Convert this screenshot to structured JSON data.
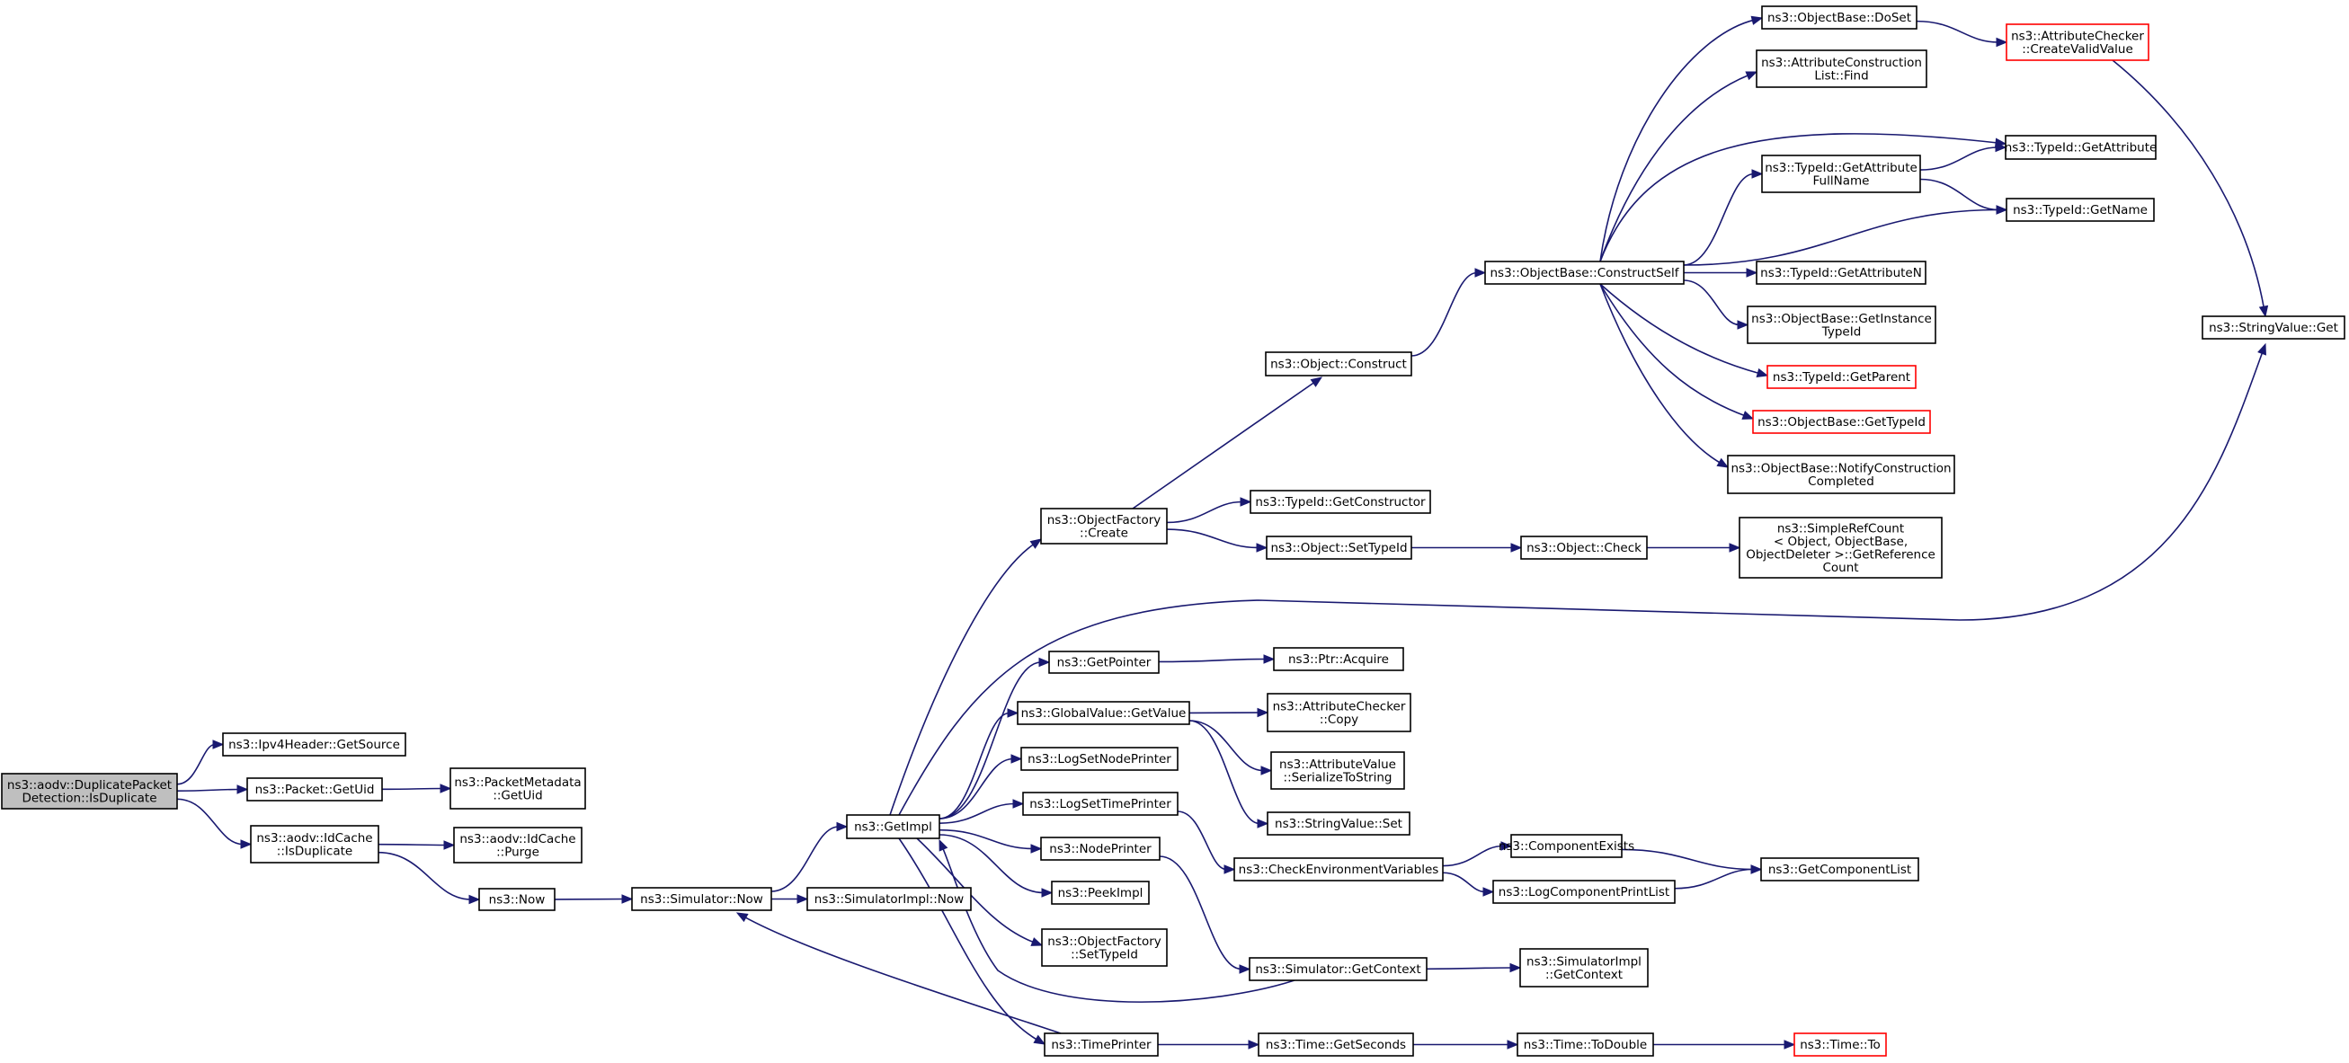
{
  "diagram": {
    "type": "call-graph",
    "root": "IsDuplicate",
    "nodes": [
      {
        "id": "IsDuplicate",
        "lines": [
          "ns3::aodv::DuplicatePacket",
          "Detection::IsDuplicate"
        ],
        "style": "root"
      },
      {
        "id": "GetSource",
        "lines": [
          "ns3::Ipv4Header::GetSource"
        ],
        "style": "normal"
      },
      {
        "id": "GetUid",
        "lines": [
          "ns3::Packet::GetUid"
        ],
        "style": "normal"
      },
      {
        "id": "PMGetUid",
        "lines": [
          "ns3::PacketMetadata",
          "::GetUid"
        ],
        "style": "normal"
      },
      {
        "id": "IdCacheIsDup",
        "lines": [
          "ns3::aodv::IdCache",
          "::IsDuplicate"
        ],
        "style": "normal"
      },
      {
        "id": "Purge",
        "lines": [
          "ns3::aodv::IdCache",
          "::Purge"
        ],
        "style": "normal"
      },
      {
        "id": "Now",
        "lines": [
          "ns3::Now"
        ],
        "style": "normal"
      },
      {
        "id": "SimNow",
        "lines": [
          "ns3::Simulator::Now"
        ],
        "style": "normal"
      },
      {
        "id": "SimImplNow",
        "lines": [
          "ns3::SimulatorImpl::Now"
        ],
        "style": "normal"
      },
      {
        "id": "GetImpl",
        "lines": [
          "ns3::GetImpl"
        ],
        "style": "normal"
      },
      {
        "id": "OFCreate",
        "lines": [
          "ns3::ObjectFactory",
          "::Create"
        ],
        "style": "normal"
      },
      {
        "id": "GetPointer",
        "lines": [
          "ns3::GetPointer"
        ],
        "style": "normal"
      },
      {
        "id": "GVGetValue",
        "lines": [
          "ns3::GlobalValue::GetValue"
        ],
        "style": "normal"
      },
      {
        "id": "LogSetNodePrinter",
        "lines": [
          "ns3::LogSetNodePrinter"
        ],
        "style": "normal"
      },
      {
        "id": "LogSetTimePrinter",
        "lines": [
          "ns3::LogSetTimePrinter"
        ],
        "style": "normal"
      },
      {
        "id": "NodePrinter",
        "lines": [
          "ns3::NodePrinter"
        ],
        "style": "normal"
      },
      {
        "id": "PeekImpl",
        "lines": [
          "ns3::PeekImpl"
        ],
        "style": "normal"
      },
      {
        "id": "OFSetTypeId",
        "lines": [
          "ns3::ObjectFactory",
          "::SetTypeId"
        ],
        "style": "normal"
      },
      {
        "id": "TimePrinter",
        "lines": [
          "ns3::TimePrinter"
        ],
        "style": "normal"
      },
      {
        "id": "ObjConstruct",
        "lines": [
          "ns3::Object::Construct"
        ],
        "style": "normal"
      },
      {
        "id": "TIGetConstructor",
        "lines": [
          "ns3::TypeId::GetConstructor"
        ],
        "style": "normal"
      },
      {
        "id": "ObjSetTypeId",
        "lines": [
          "ns3::Object::SetTypeId"
        ],
        "style": "normal"
      },
      {
        "id": "PtrAcquire",
        "lines": [
          "ns3::Ptr::Acquire"
        ],
        "style": "normal"
      },
      {
        "id": "ACCopy",
        "lines": [
          "ns3::AttributeChecker",
          "::Copy"
        ],
        "style": "normal"
      },
      {
        "id": "AVSerialize",
        "lines": [
          "ns3::AttributeValue",
          "::SerializeToString"
        ],
        "style": "normal"
      },
      {
        "id": "SVSet",
        "lines": [
          "ns3::StringValue::Set"
        ],
        "style": "normal"
      },
      {
        "id": "CheckEnv",
        "lines": [
          "ns3::CheckEnvironmentVariables"
        ],
        "style": "normal"
      },
      {
        "id": "SimGetContext",
        "lines": [
          "ns3::Simulator::GetContext"
        ],
        "style": "normal"
      },
      {
        "id": "TimeGetSeconds",
        "lines": [
          "ns3::Time::GetSeconds"
        ],
        "style": "normal"
      },
      {
        "id": "ConstructSelf",
        "lines": [
          "ns3::ObjectBase::ConstructSelf"
        ],
        "style": "normal"
      },
      {
        "id": "ObjCheck",
        "lines": [
          "ns3::Object::Check"
        ],
        "style": "normal"
      },
      {
        "id": "ComponentExists",
        "lines": [
          "ns3::ComponentExists"
        ],
        "style": "normal"
      },
      {
        "id": "LogCompPrintList",
        "lines": [
          "ns3::LogComponentPrintList"
        ],
        "style": "normal"
      },
      {
        "id": "SimImplGetContext",
        "lines": [
          "ns3::SimulatorImpl",
          "::GetContext"
        ],
        "style": "normal"
      },
      {
        "id": "TimeToDouble",
        "lines": [
          "ns3::Time::ToDouble"
        ],
        "style": "normal"
      },
      {
        "id": "DoSet",
        "lines": [
          "ns3::ObjectBase::DoSet"
        ],
        "style": "normal"
      },
      {
        "id": "ACLFind",
        "lines": [
          "ns3::AttributeConstruction",
          "List::Find"
        ],
        "style": "normal"
      },
      {
        "id": "TIGetAttrFullName",
        "lines": [
          "ns3::TypeId::GetAttribute",
          "FullName"
        ],
        "style": "normal"
      },
      {
        "id": "TIGetAttributeN",
        "lines": [
          "ns3::TypeId::GetAttributeN"
        ],
        "style": "normal"
      },
      {
        "id": "GetInstanceTypeId",
        "lines": [
          "ns3::ObjectBase::GetInstance",
          "TypeId"
        ],
        "style": "normal"
      },
      {
        "id": "TIGetParent",
        "lines": [
          "ns3::TypeId::GetParent"
        ],
        "style": "red"
      },
      {
        "id": "OBGetTypeId",
        "lines": [
          "ns3::ObjectBase::GetTypeId"
        ],
        "style": "red"
      },
      {
        "id": "NotifyConstruction",
        "lines": [
          "ns3::ObjectBase::NotifyConstruction",
          "Completed"
        ],
        "style": "normal"
      },
      {
        "id": "SimpleRefCount",
        "lines": [
          "ns3::SimpleRefCount",
          "< Object, ObjectBase,",
          " ObjectDeleter >::GetReference",
          "Count"
        ],
        "style": "normal"
      },
      {
        "id": "GetComponentList",
        "lines": [
          "ns3::GetComponentList"
        ],
        "style": "normal"
      },
      {
        "id": "TimeTo",
        "lines": [
          "ns3::Time::To"
        ],
        "style": "red"
      },
      {
        "id": "CreateValidValue",
        "lines": [
          "ns3::AttributeChecker",
          "::CreateValidValue"
        ],
        "style": "red"
      },
      {
        "id": "TIGetAttribute",
        "lines": [
          "ns3::TypeId::GetAttribute"
        ],
        "style": "normal"
      },
      {
        "id": "TIGetName",
        "lines": [
          "ns3::TypeId::GetName"
        ],
        "style": "normal"
      },
      {
        "id": "StringValueGet",
        "lines": [
          "ns3::StringValue::Get"
        ],
        "style": "normal"
      }
    ],
    "edges": [
      [
        "IsDuplicate",
        "GetSource"
      ],
      [
        "IsDuplicate",
        "GetUid"
      ],
      [
        "IsDuplicate",
        "IdCacheIsDup"
      ],
      [
        "GetUid",
        "PMGetUid"
      ],
      [
        "IdCacheIsDup",
        "Purge"
      ],
      [
        "IdCacheIsDup",
        "Now"
      ],
      [
        "Now",
        "SimNow"
      ],
      [
        "SimNow",
        "GetImpl"
      ],
      [
        "SimNow",
        "SimImplNow"
      ],
      [
        "GetImpl",
        "OFCreate"
      ],
      [
        "GetImpl",
        "GetPointer"
      ],
      [
        "GetImpl",
        "GVGetValue"
      ],
      [
        "GetImpl",
        "LogSetNodePrinter"
      ],
      [
        "GetImpl",
        "LogSetTimePrinter"
      ],
      [
        "GetImpl",
        "NodePrinter"
      ],
      [
        "GetImpl",
        "PeekImpl"
      ],
      [
        "GetImpl",
        "OFSetTypeId"
      ],
      [
        "GetImpl",
        "TimePrinter"
      ],
      [
        "GetImpl",
        "StringValueGet"
      ],
      [
        "OFCreate",
        "ObjConstruct"
      ],
      [
        "OFCreate",
        "TIGetConstructor"
      ],
      [
        "OFCreate",
        "ObjSetTypeId"
      ],
      [
        "GetPointer",
        "PtrAcquire"
      ],
      [
        "GVGetValue",
        "ACCopy"
      ],
      [
        "GVGetValue",
        "AVSerialize"
      ],
      [
        "GVGetValue",
        "SVSet"
      ],
      [
        "LogSetTimePrinter",
        "CheckEnv"
      ],
      [
        "NodePrinter",
        "SimGetContext"
      ],
      [
        "SimGetContext",
        "GetImpl"
      ],
      [
        "SimGetContext",
        "SimImplGetContext"
      ],
      [
        "TimePrinter",
        "SimNow"
      ],
      [
        "TimePrinter",
        "TimeGetSeconds"
      ],
      [
        "ObjConstruct",
        "ConstructSelf"
      ],
      [
        "ObjSetTypeId",
        "ObjCheck"
      ],
      [
        "ObjCheck",
        "SimpleRefCount"
      ],
      [
        "CheckEnv",
        "ComponentExists"
      ],
      [
        "CheckEnv",
        "LogCompPrintList"
      ],
      [
        "ComponentExists",
        "GetComponentList"
      ],
      [
        "LogCompPrintList",
        "GetComponentList"
      ],
      [
        "TimeGetSeconds",
        "TimeToDouble"
      ],
      [
        "TimeToDouble",
        "TimeTo"
      ],
      [
        "ConstructSelf",
        "DoSet"
      ],
      [
        "ConstructSelf",
        "ACLFind"
      ],
      [
        "ConstructSelf",
        "TIGetAttribute"
      ],
      [
        "ConstructSelf",
        "TIGetAttrFullName"
      ],
      [
        "ConstructSelf",
        "TIGetName"
      ],
      [
        "ConstructSelf",
        "TIGetAttributeN"
      ],
      [
        "ConstructSelf",
        "GetInstanceTypeId"
      ],
      [
        "ConstructSelf",
        "TIGetParent"
      ],
      [
        "ConstructSelf",
        "OBGetTypeId"
      ],
      [
        "ConstructSelf",
        "NotifyConstruction"
      ],
      [
        "DoSet",
        "CreateValidValue"
      ],
      [
        "CreateValidValue",
        "StringValueGet"
      ],
      [
        "TIGetAttrFullName",
        "TIGetAttribute"
      ],
      [
        "TIGetAttrFullName",
        "TIGetName"
      ]
    ]
  },
  "colors": {
    "edge": "#191970",
    "node_border": "#000000",
    "node_border_red": "#ff0000",
    "root_fill": "#bfbfbf",
    "background": "#ffffff"
  }
}
